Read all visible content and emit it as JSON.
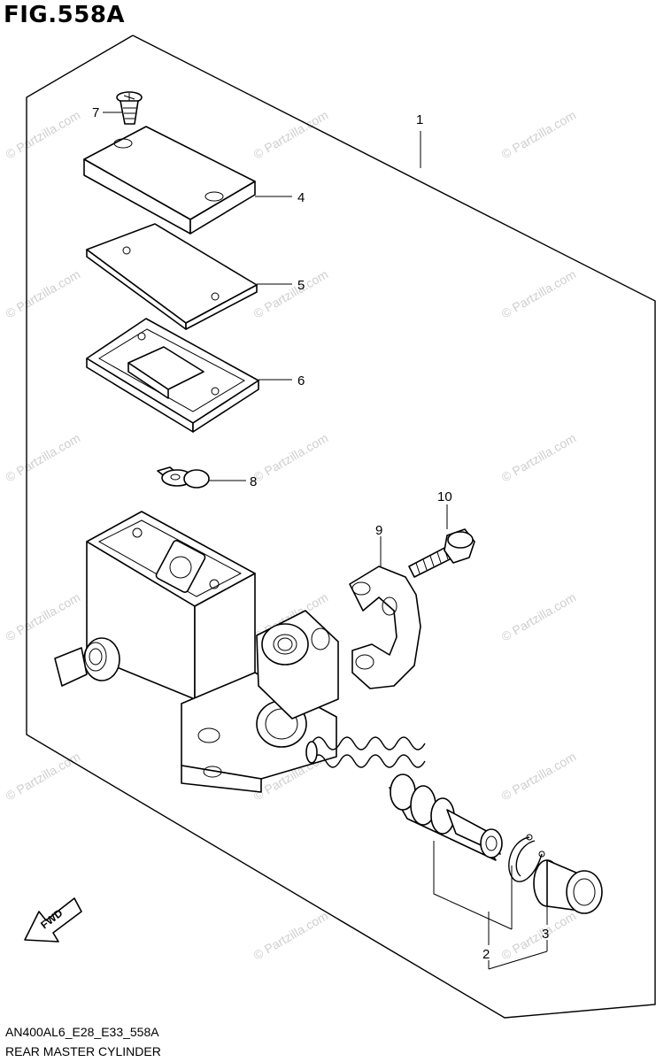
{
  "figure": {
    "title": "FIG.558A",
    "code": "AN400AL6_E28_E33_558A",
    "name": "REAR MASTER CYLINDER"
  },
  "watermark": "© Partzilla.com",
  "callouts": [
    {
      "id": "1",
      "label": "1"
    },
    {
      "id": "2",
      "label": "2"
    },
    {
      "id": "3",
      "label": "3"
    },
    {
      "id": "4",
      "label": "4"
    },
    {
      "id": "5",
      "label": "5"
    },
    {
      "id": "6",
      "label": "6"
    },
    {
      "id": "7",
      "label": "7"
    },
    {
      "id": "8",
      "label": "8"
    },
    {
      "id": "9",
      "label": "9"
    },
    {
      "id": "10",
      "label": "10"
    }
  ],
  "fwd_label": "FWD"
}
